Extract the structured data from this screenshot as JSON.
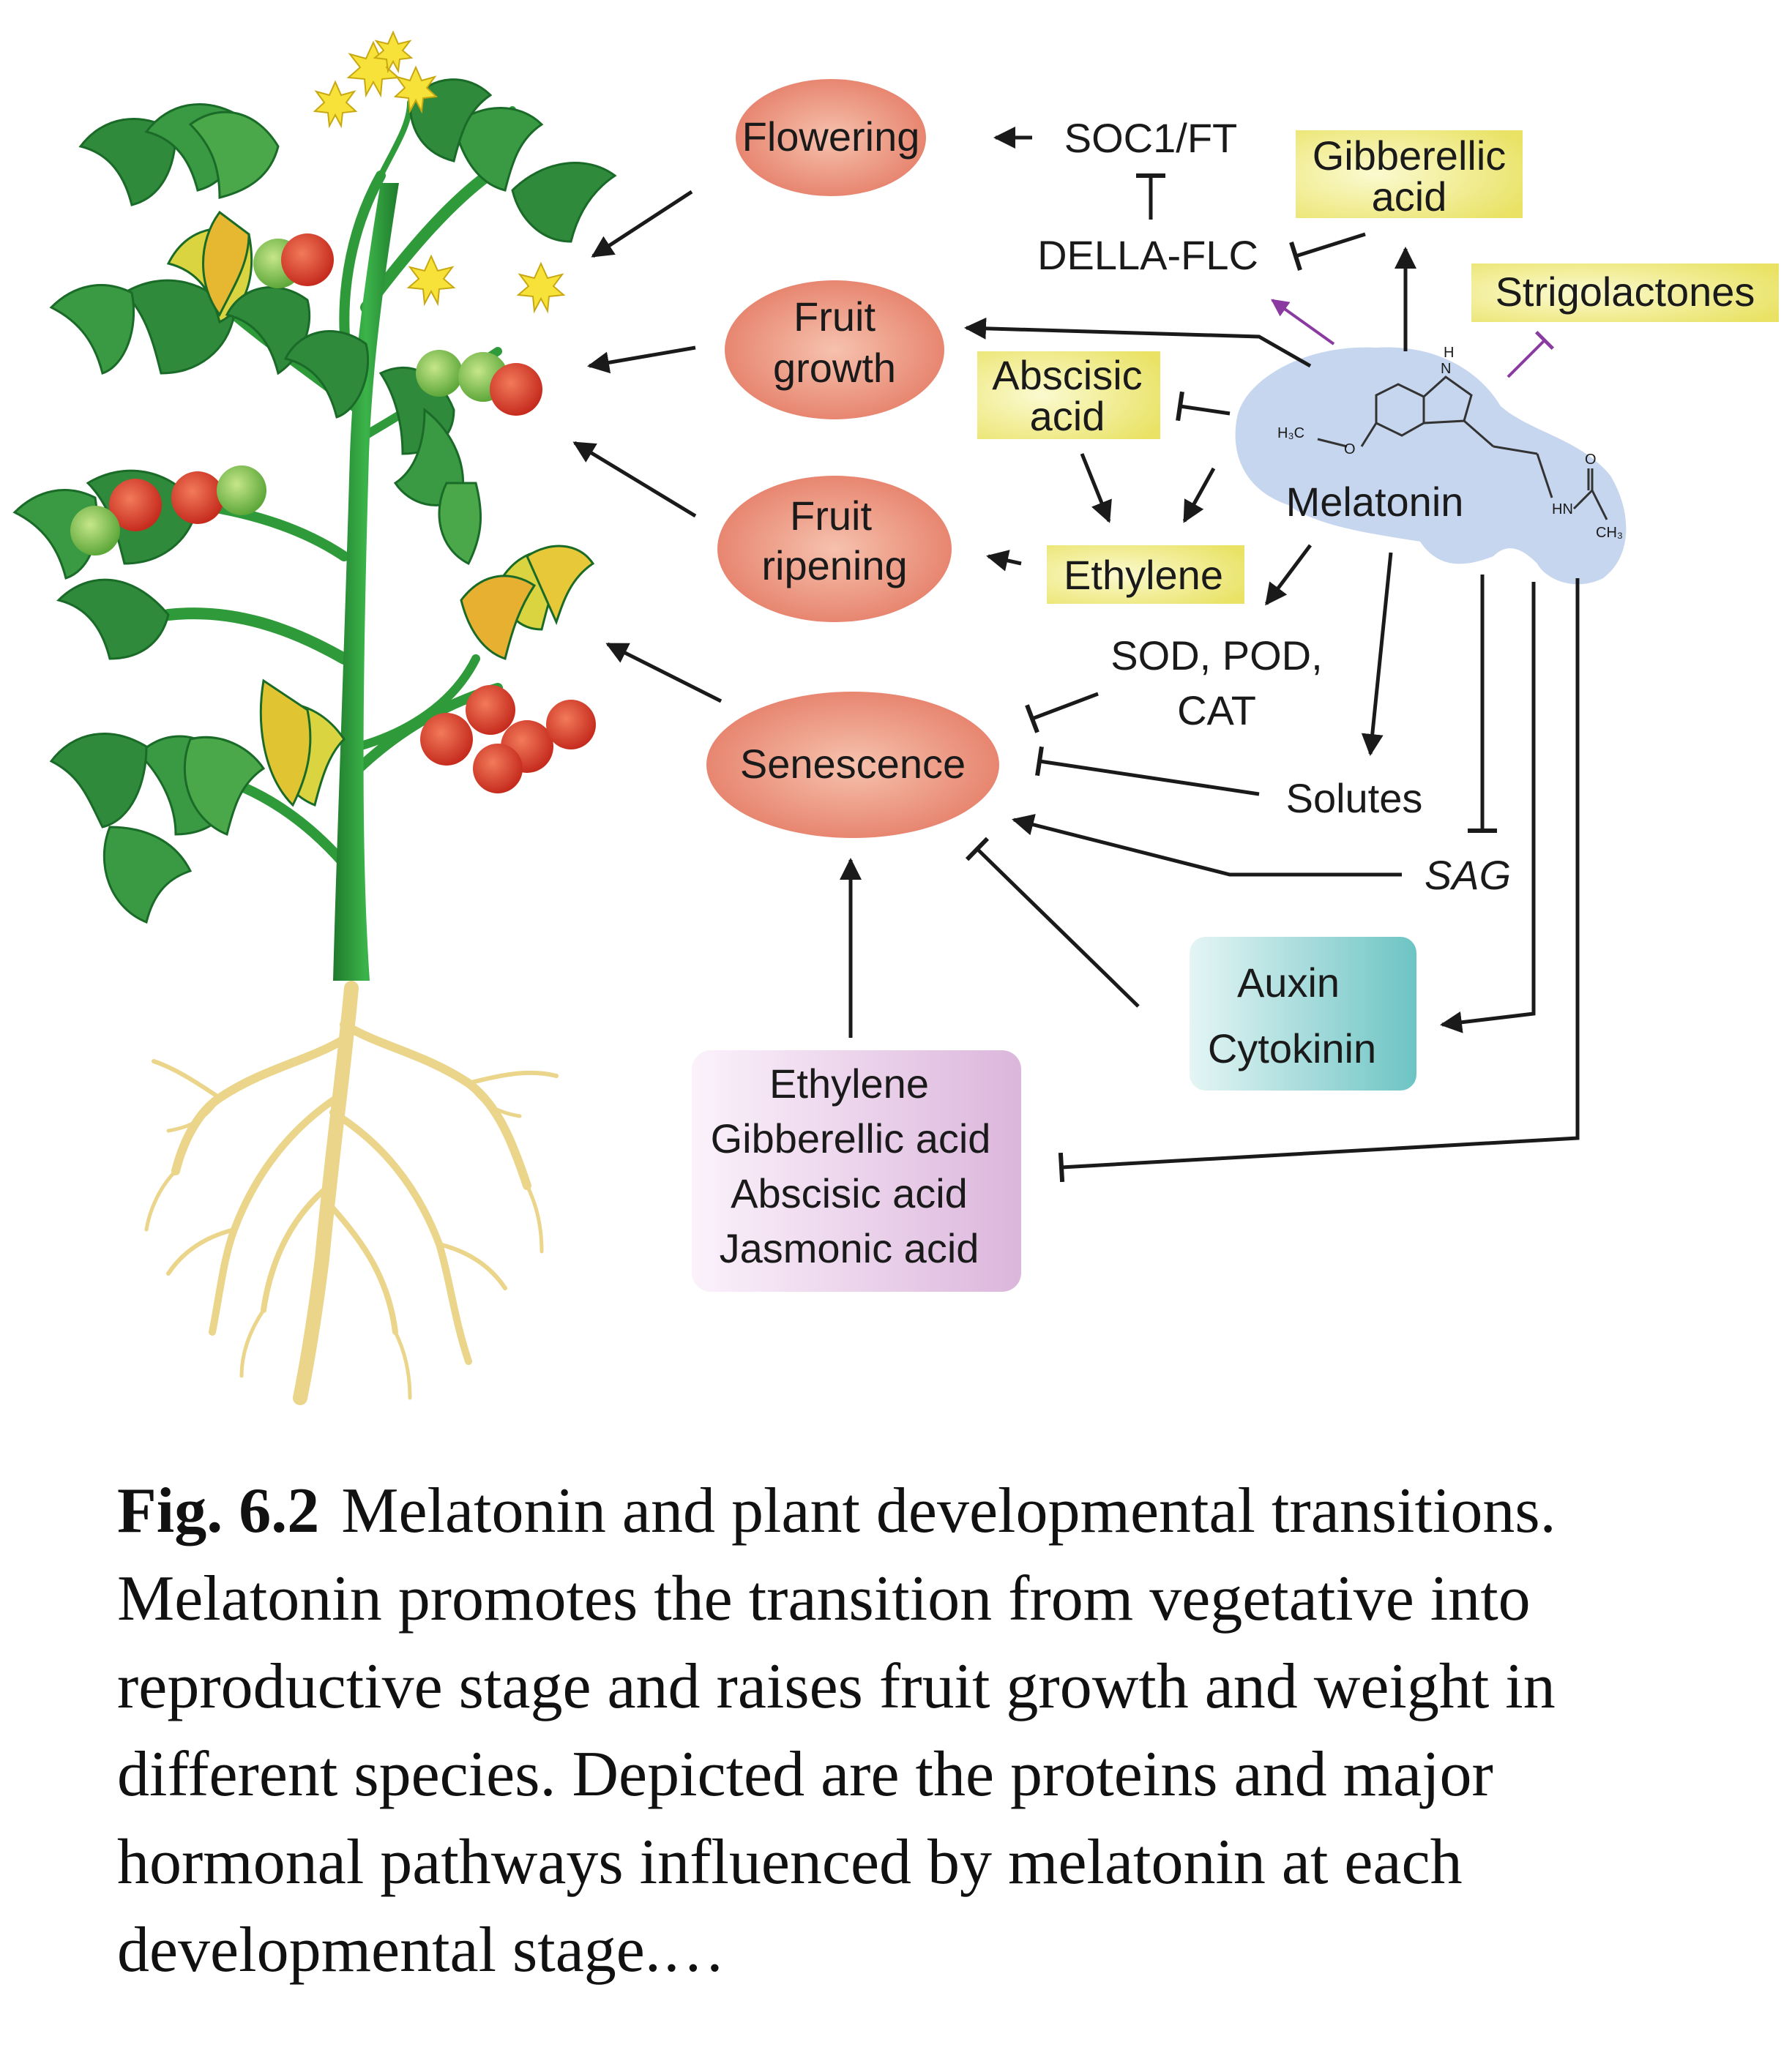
{
  "nodes": {
    "flowering": "Flowering",
    "fruit_growth": [
      "Fruit",
      "growth"
    ],
    "fruit_ripening": [
      "Fruit",
      "ripening"
    ],
    "senescence": "Senescence",
    "soc1_ft": "SOC1/FT",
    "della_flc": "DELLA-FLC",
    "gibberellic_acid": [
      "Gibberellic",
      "acid"
    ],
    "strigolactones": "Strigolactones",
    "abscisic_acid": [
      "Abscisic",
      "acid"
    ],
    "ethylene": "Ethylene",
    "melatonin": "Melatonin",
    "sod_pod_cat": [
      "SOD, POD,",
      "CAT"
    ],
    "solutes": "Solutes",
    "sag": "SAG",
    "auxin_cytokinin": [
      "Auxin",
      "Cytokinin"
    ],
    "hormones": [
      "Ethylene",
      "Gibberellic acid",
      "Abscisic acid",
      "Jasmonic acid"
    ]
  },
  "molecule_labels": {
    "h3c": "H₃C",
    "o_ether": "O",
    "nh_ring": "H",
    "n_ring": "N",
    "hn_amide": "HN",
    "o_carbonyl": "O",
    "ch3": "CH₃"
  },
  "caption": {
    "figure_number": "Fig. 6.2",
    "text": "Melatonin and plant developmental transitions. Melatonin promotes the transition from vegetative into reproductive stage and raises fruit growth and weight in different species. Depicted are the proteins and major hormonal pathways influenced by melatonin at each developmental stage.…"
  },
  "colors": {
    "ellipse": "#ea8a70",
    "yellow_box": "#eeea84",
    "auxin_box": "#7fcccc",
    "hormone_box": "#e6c6e6",
    "melatonin_bg": "#c6d6ef",
    "purple_arrow": "#8a3aa0",
    "stem": "#2e9a3a",
    "leaf": "#2f8a3c",
    "tomato_red": "#d93a2a",
    "root": "#ead58a"
  }
}
